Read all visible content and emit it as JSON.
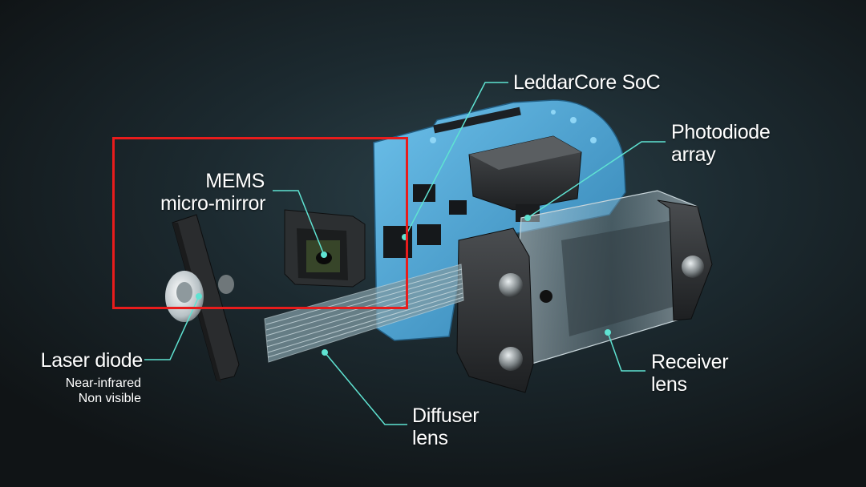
{
  "labels": {
    "leddarcore": "LeddarCore SoC",
    "photodiode": [
      "Photodiode",
      "array"
    ],
    "mems": [
      "MEMS",
      "micro-mirror"
    ],
    "laser": "Laser diode",
    "laser_sub": [
      "Near-infrared",
      "Non visible"
    ],
    "diffuser": [
      "Diffuser",
      "lens"
    ],
    "receiver": [
      "Receiver",
      "lens"
    ]
  },
  "colors": {
    "callout": "#5fe3d2",
    "highlight_box": "#e81c1c",
    "pcb": "#3f9fd0",
    "housing": "#2a2c2e"
  }
}
